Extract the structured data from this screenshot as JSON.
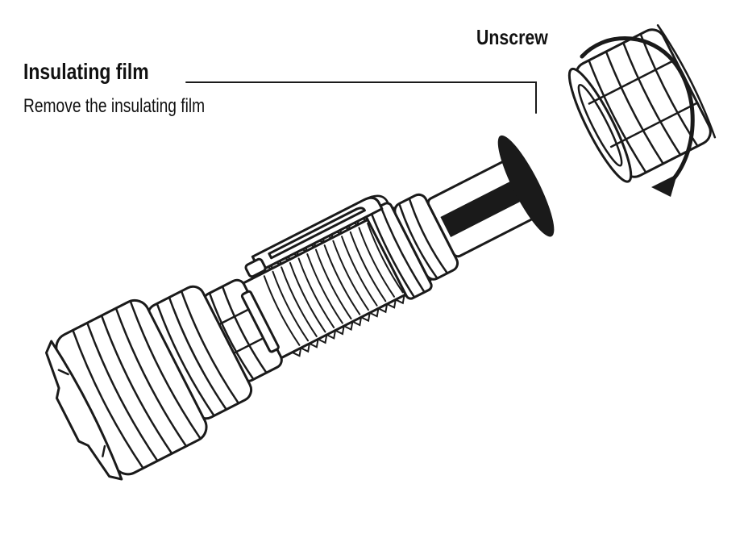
{
  "labels": {
    "unscrew": "Unscrew",
    "film_title": "Insulating film",
    "film_description": "Remove the insulating film"
  },
  "colors": {
    "ink": "#1a1a1a",
    "background": "#ffffff"
  },
  "icons": {
    "rotation_arrow": "curved-arrow-icon"
  }
}
